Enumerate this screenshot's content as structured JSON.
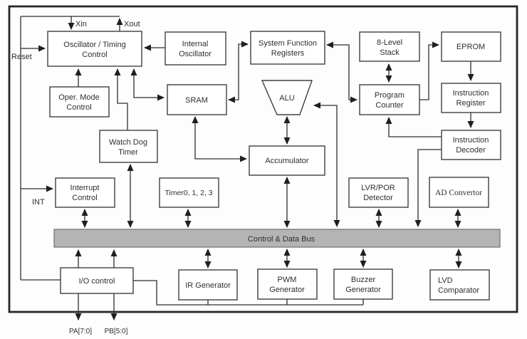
{
  "diagram_type": "microcontroller-block-diagram",
  "colors": {
    "bus_fill": "#b4b4b4",
    "bus_stroke": "#707070",
    "line": "#2e2e2e",
    "box_fill": "#ffffff",
    "background": "#ffffff"
  },
  "bus": {
    "label": "Control & Data Bus"
  },
  "pins": {
    "xin": "Xin",
    "xout": "Xout",
    "reset": "Reset",
    "int": "INT",
    "pa": "PA[7:0]",
    "pb": "PB[5:0]"
  },
  "blocks": {
    "osc_timing": {
      "line1": "Oscillator / Timing",
      "line2": "Control"
    },
    "internal_osc": {
      "line1": "Internal",
      "line2": "Oscillator"
    },
    "sys_func_reg": {
      "line1": "System Function",
      "line2": "Registers"
    },
    "stack": {
      "line1": "8-Level",
      "line2": "Stack"
    },
    "eprom": {
      "line1": "EPROM"
    },
    "oper_mode": {
      "line1": "Oper. Mode",
      "line2": "Control"
    },
    "sram": {
      "line1": "SRAM"
    },
    "alu": {
      "line1": "ALU"
    },
    "program_counter": {
      "line1": "Program",
      "line2": "Counter"
    },
    "instr_register": {
      "line1": "Instruction",
      "line2": "Register"
    },
    "watch_dog": {
      "line1": "Watch Dog",
      "line2": "Timer"
    },
    "instr_decoder": {
      "line1": "Instruction",
      "line2": "Decoder"
    },
    "accumulator": {
      "line1": "Accumulator"
    },
    "interrupt_ctrl": {
      "line1": "Interrupt",
      "line2": "Control"
    },
    "timers": {
      "line1": "Timer0, 1, 2, 3"
    },
    "lvr_por": {
      "line1": "LVR/POR",
      "line2": "Detector"
    },
    "ad_convertor": {
      "line1": "AD Convertor"
    },
    "io_control": {
      "line1": "I/O control"
    },
    "ir_generator": {
      "line1": "IR Generator"
    },
    "pwm_generator": {
      "line1": "PWM",
      "line2": "Generator"
    },
    "buzzer_generator": {
      "line1": "Buzzer",
      "line2": "Generator"
    },
    "lvd_comparator": {
      "line1": "LVD",
      "line2": "Comparator"
    }
  }
}
